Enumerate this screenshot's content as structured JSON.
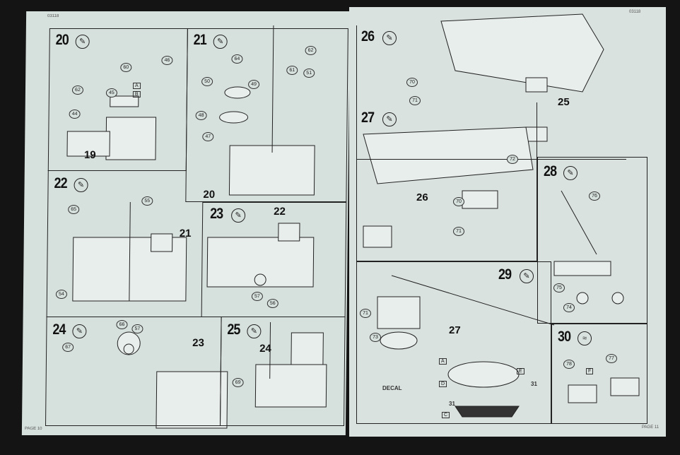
{
  "left_page": {
    "header": "03118",
    "footer": "PAGE 10"
  },
  "right_page": {
    "header": "03118",
    "footer": "PAGE 11"
  },
  "steps": [
    {
      "number": "20",
      "parts": [
        "46",
        "60",
        "45",
        "62",
        "44"
      ],
      "ref": "19"
    },
    {
      "number": "21",
      "parts": [
        "64",
        "62",
        "61",
        "51",
        "50",
        "49",
        "48",
        "47"
      ],
      "ref": "20"
    },
    {
      "number": "22",
      "parts": [
        "65",
        "55",
        "54"
      ],
      "ref": "21"
    },
    {
      "number": "23",
      "parts": [
        "57",
        "56"
      ],
      "ref": "22"
    },
    {
      "number": "24",
      "parts": [
        "66",
        "57",
        "67"
      ],
      "ref": "23"
    },
    {
      "number": "25",
      "parts": [
        "69"
      ],
      "ref": "24"
    },
    {
      "number": "26",
      "parts": [
        "70",
        "71"
      ],
      "ref": "25"
    },
    {
      "number": "27",
      "parts": [
        "72",
        "70",
        "71"
      ],
      "ref": "26"
    },
    {
      "number": "28",
      "parts": [
        "76",
        "75",
        "74"
      ],
      "ref": ""
    },
    {
      "number": "29",
      "parts": [
        "71",
        "73"
      ],
      "ref": "27",
      "decal_numbers": [
        "31",
        "31"
      ],
      "decal_label": "DECAL"
    },
    {
      "number": "30",
      "parts": [
        "78",
        "77"
      ],
      "ref": ""
    }
  ],
  "paint_codes": [
    "A",
    "B",
    "C",
    "D",
    "E",
    "F"
  ]
}
